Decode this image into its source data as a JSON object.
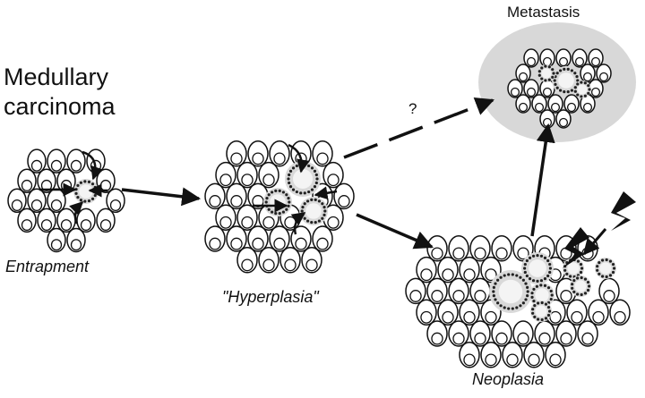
{
  "title_line1": "Medullary",
  "title_line2": "carcinoma",
  "stages": {
    "entrapment": "Entrapment",
    "hyperplasia": "\"Hyperplasia\"",
    "neoplasia": "Neoplasia",
    "metastasis": "Metastasis"
  },
  "uncertain_mark": "?",
  "colors": {
    "cell_stroke": "#111111",
    "gland_fill": "#d9d9d9",
    "metastasis_bg": "#d8d8d8",
    "arrow": "#111111"
  }
}
